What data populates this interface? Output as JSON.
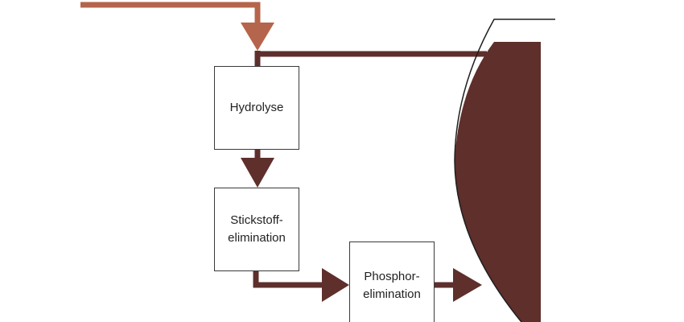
{
  "colors": {
    "inflow": "#b5654b",
    "flow": "#5e2f2b",
    "outline": "#3a3a3a",
    "box_fill": "#ffffff",
    "text": "#222222"
  },
  "icons": {
    "inflow_arrowhead": "triangle-down-arrow-icon",
    "flow_arrowhead": "triangle-arrow-icon",
    "reactor": "digester-vessel-icon"
  },
  "steps": {
    "hydrolyse": {
      "line1": "Hydrolyse"
    },
    "stickstoff": {
      "line1": "Stickstoff-",
      "line2": "elimination"
    },
    "phosphor": {
      "line1": "Phosphor-",
      "line2": "elimination"
    }
  }
}
